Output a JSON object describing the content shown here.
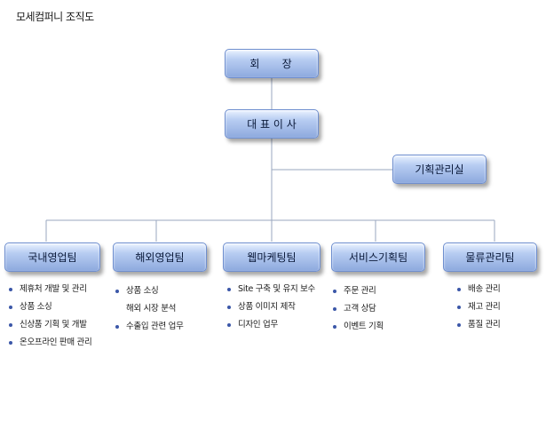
{
  "title": "모세컴퍼니 조직도",
  "boxes": {
    "chairman": "회    장",
    "ceo": "대 표 이 사",
    "planning": "기획관리실",
    "domestic": "국내영업팀",
    "overseas": "해외영업팀",
    "webmarketing": "웹마케팅팀",
    "service": "서비스기획팀",
    "logistics": "물류관리팀"
  },
  "lists": {
    "domestic": [
      "제휴처 개발 및 관리",
      "상품 소싱",
      "신상품 기획 및 개발",
      "온오프라인 판매 관리"
    ],
    "overseas": [
      "상품 소싱",
      "해외 시장 분석",
      "수출입 관련 업무"
    ],
    "webmarketing": [
      "Site 구축 및 유지 보수",
      "상품 이미지 제작",
      "디자인 업무"
    ],
    "service": [
      "주문 관리",
      "고객 상담",
      "이벤트 기획"
    ],
    "logistics": [
      "배송 관리",
      "재고 관리",
      "품질 관리"
    ]
  }
}
